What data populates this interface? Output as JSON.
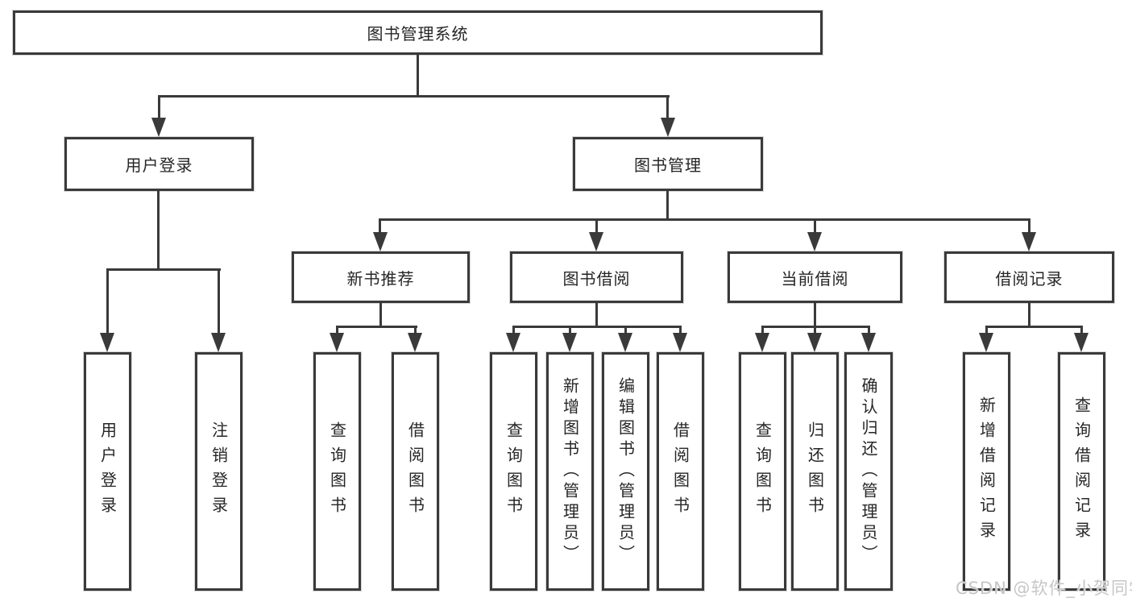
{
  "diagram": {
    "root": {
      "label": "图书管理系统"
    },
    "level2": [
      {
        "label": "用户登录"
      },
      {
        "label": "图书管理"
      }
    ],
    "level3": [
      {
        "label": "新书推荐"
      },
      {
        "label": "图书借阅"
      },
      {
        "label": "当前借阅"
      },
      {
        "label": "借阅记录"
      }
    ],
    "leaves": {
      "user": [
        {
          "label": "用户登录"
        },
        {
          "label": "注销登录"
        }
      ],
      "recommend": [
        {
          "label": "查询图书"
        },
        {
          "label": "借阅图书"
        }
      ],
      "borrow": [
        {
          "label": "查询图书"
        },
        {
          "label": "新增图书（管理员）"
        },
        {
          "label": "编辑图书（管理员）"
        },
        {
          "label": "借阅图书"
        }
      ],
      "current": [
        {
          "label": "查询图书"
        },
        {
          "label": "归还图书"
        },
        {
          "label": "确认归还（管理员）"
        }
      ],
      "records": [
        {
          "label": "新增借阅记录"
        },
        {
          "label": "查询借阅记录"
        }
      ]
    }
  },
  "watermark": {
    "text": "CSDN @软件_小贺同学"
  },
  "colors": {
    "line": "#3a3a3a",
    "text": "#262626",
    "watermark": "#c6c6c6",
    "background": "#ffffff"
  }
}
